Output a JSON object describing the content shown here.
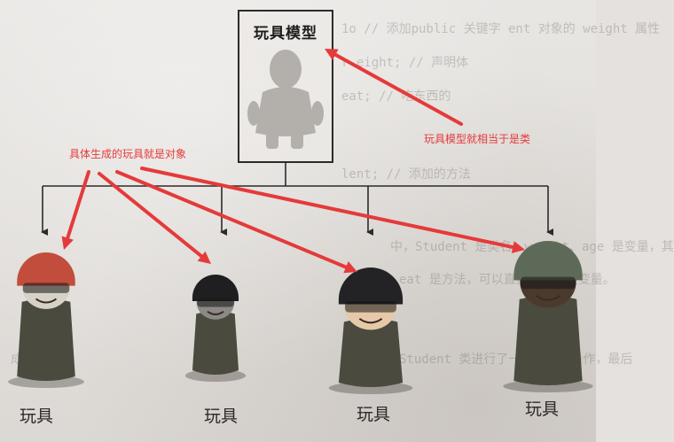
{
  "diagram": {
    "model_title": "玩具模型",
    "annotation_class": "玩具模型就相当于是类",
    "annotation_object": "具体生成的玩具就是对象",
    "toys": [
      {
        "label": "玩具",
        "helmet": "#c24d3c",
        "face": "#d7d2c8"
      },
      {
        "label": "玩具",
        "helmet": "#1f1f22",
        "face": "#8c8a86"
      },
      {
        "label": "玩具",
        "helmet": "#232326",
        "face": "#e6c9a8"
      },
      {
        "label": "玩具",
        "helmet": "#5d6a57",
        "face": "#4a3a2e"
      }
    ]
  },
  "background_text": [
    "1o   // 添加public 关键字 ent 对象的 weight 属性",
    "r eight;  // 声明体",
    "eat;      // 吃东西的",
    "lent;     // 添加的方法",
    "中，Student 是类名，weight、age 是变量，其",
    "eat 是方法，可以直接使用成员变量。",
    "Student 类进行了一些需要的操作，最后",
    "成后，"
  ],
  "colors": {
    "annotation": "#e53a3a",
    "line": "#2b2b2b",
    "silhouette": "#b3b0ac"
  }
}
